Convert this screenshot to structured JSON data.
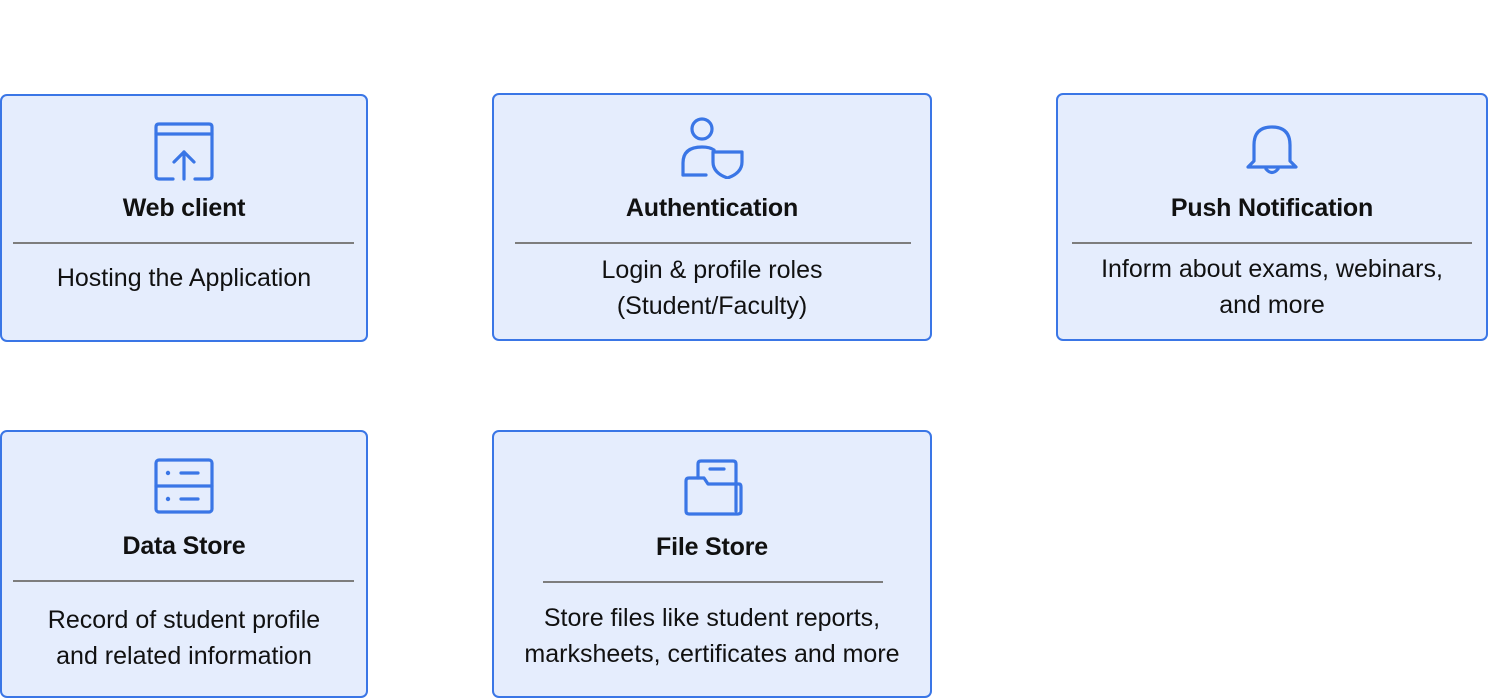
{
  "accent_color": "#3a76e6",
  "card_background": "#e5edfd",
  "cards": [
    {
      "icon": "web-upload-icon",
      "title": "Web client",
      "description": "Hosting the Application"
    },
    {
      "icon": "user-shield-icon",
      "title": "Authentication",
      "description": "Login & profile roles\n(Student/Faculty)"
    },
    {
      "icon": "bell-icon",
      "title": "Push Notification",
      "description": "Inform about exams, webinars,\nand more"
    },
    {
      "icon": "database-server-icon",
      "title": "Data Store",
      "description": "Record of student profile\nand  related information"
    },
    {
      "icon": "folder-icon",
      "title": "File Store",
      "description": "Store files like student reports,\nmarksheets, certificates and more"
    }
  ]
}
